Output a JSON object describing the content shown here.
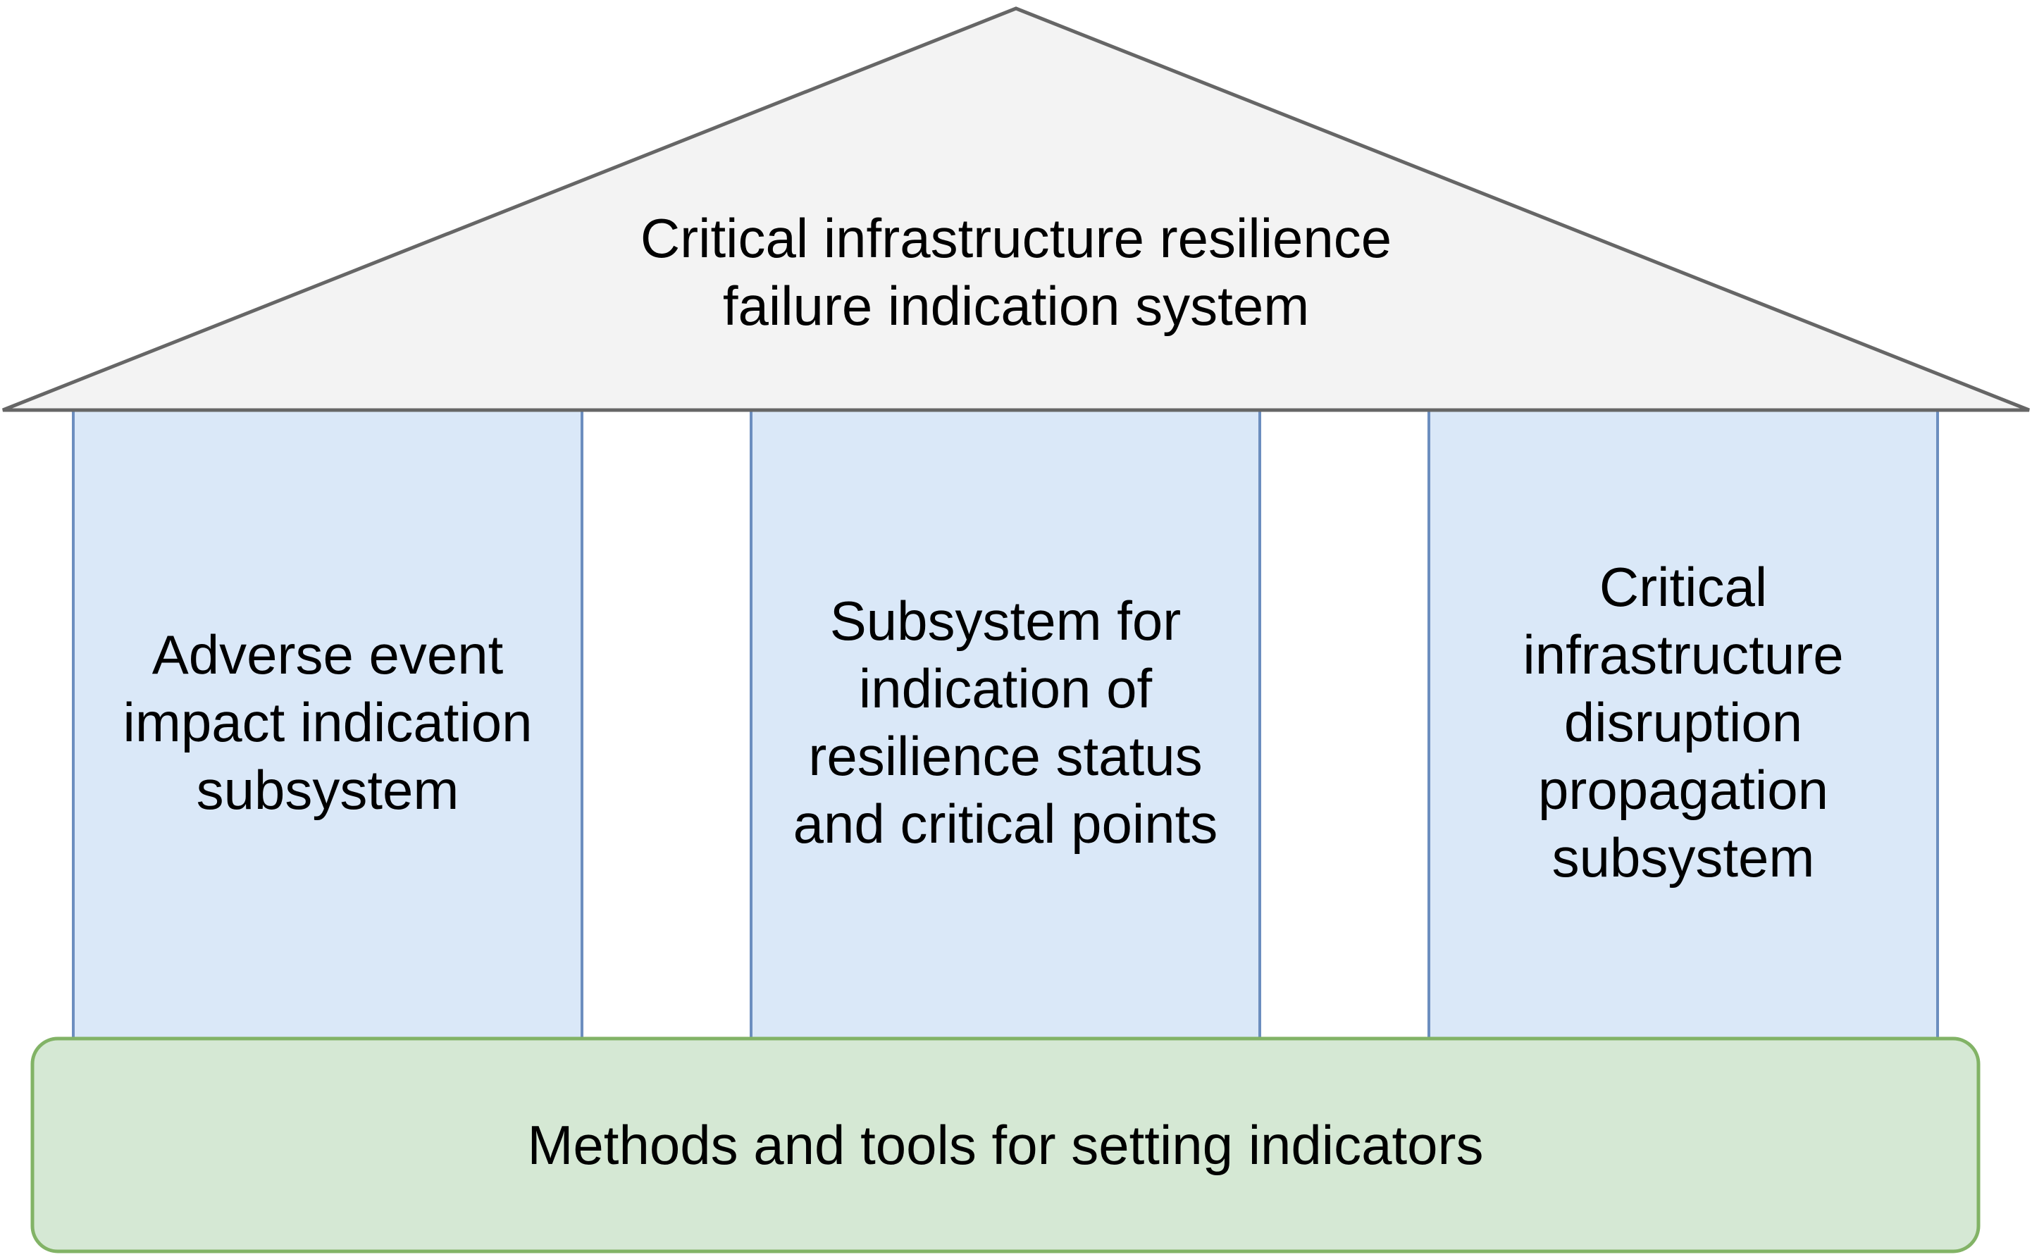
{
  "roof": {
    "line1": "Critical infrastructure resilience",
    "line2": "failure indication system"
  },
  "pillars": [
    {
      "lines": [
        "Adverse event",
        "impact indication",
        "subsystem"
      ]
    },
    {
      "lines": [
        "Subsystem for",
        "indication of",
        "resilience status",
        "and critical points"
      ]
    },
    {
      "lines": [
        "Critical",
        "infrastructure",
        "disruption",
        "propagation",
        "subsystem"
      ]
    }
  ],
  "base": {
    "label": "Methods and tools for setting indicators"
  },
  "colors": {
    "roof_fill": "#f3f3f3",
    "roof_stroke": "#666666",
    "pillar_fill": "#dae8f8",
    "pillar_stroke": "#6c8ebf",
    "base_fill": "#d5e8d4",
    "base_stroke": "#82b366"
  }
}
